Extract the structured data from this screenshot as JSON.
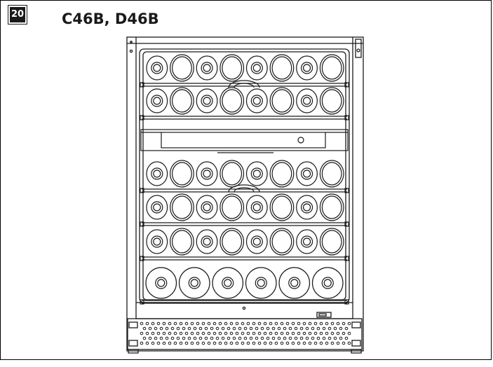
{
  "figure": {
    "number": "20",
    "model_title": "C46B, D46B"
  },
  "diagram": {
    "subject": "wine-cooler-front-view",
    "rows": [
      {
        "kind": "bottle-shelf",
        "bottles": 8
      },
      {
        "kind": "bottle-shelf",
        "bottles": 8
      },
      {
        "kind": "display-panel"
      },
      {
        "kind": "bottle-shelf",
        "bottles": 8
      },
      {
        "kind": "bottle-shelf",
        "bottles": 8
      },
      {
        "kind": "bottle-shelf",
        "bottles": 8
      },
      {
        "kind": "bottom-rack",
        "bottles": 6
      }
    ]
  }
}
